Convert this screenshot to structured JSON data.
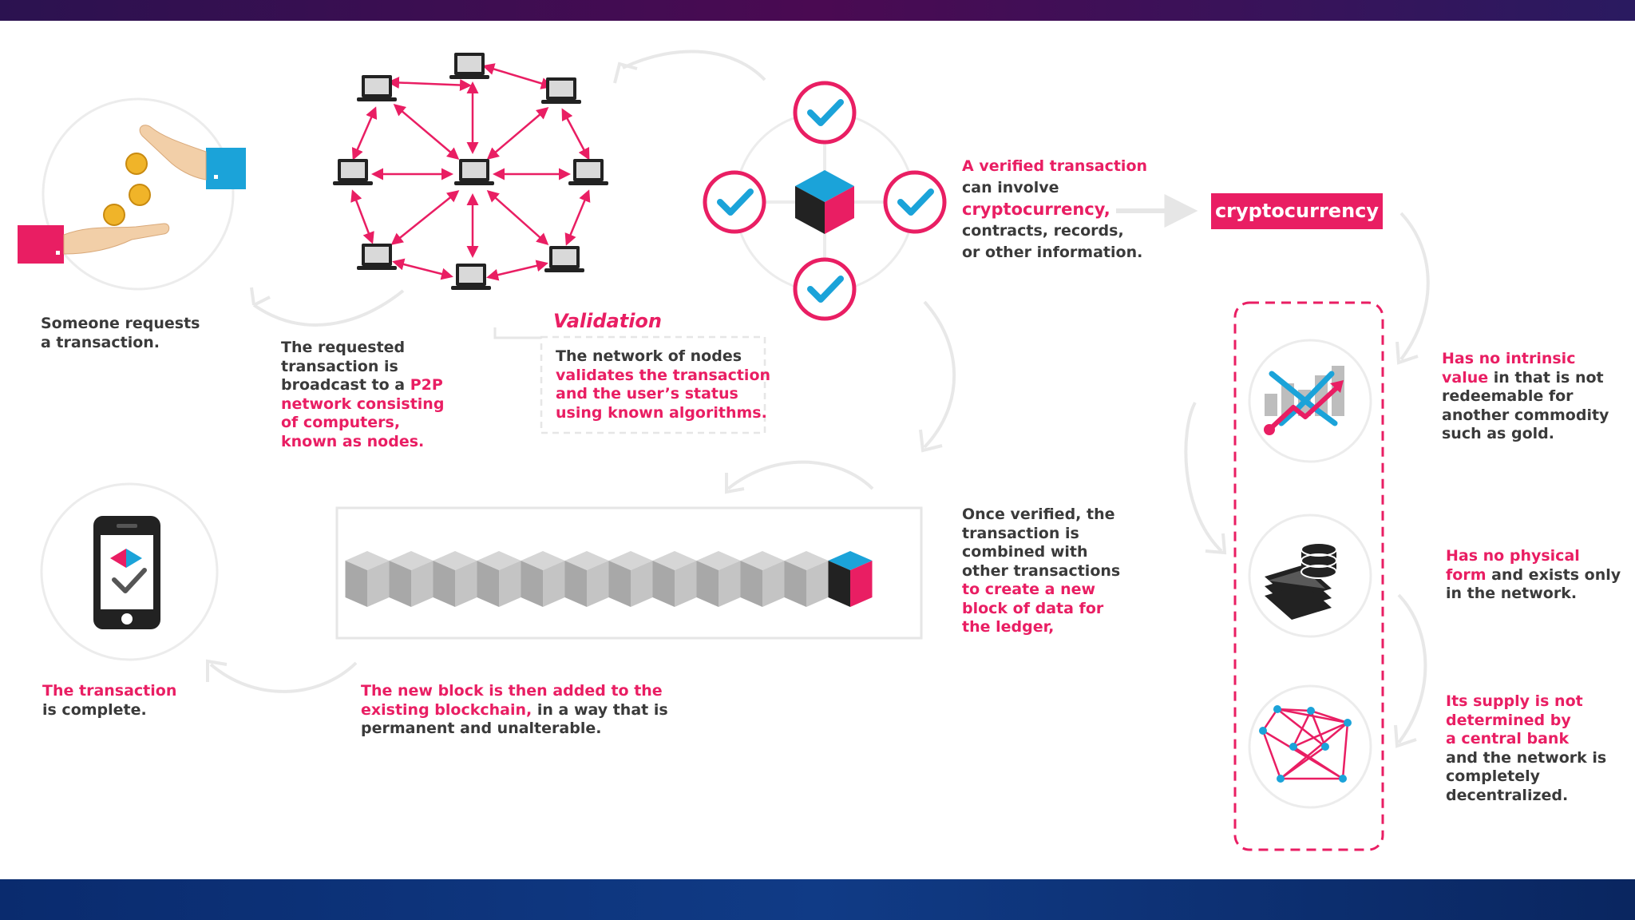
{
  "colors": {
    "accent": "#e91e63",
    "cyan": "#1ba3d9",
    "text": "#3a3a3a",
    "header_band": "#3a0d57",
    "footer_band": "#0b2a6e"
  },
  "step1": {
    "line1": "Someone requests",
    "line2": "a transaction."
  },
  "step2": {
    "line1": "The requested",
    "line2": "transaction is",
    "line3_plain": "broadcast to a ",
    "line3_accent": "P2P",
    "line4": "network consisting",
    "line5": "of computers,",
    "line6": "known as nodes."
  },
  "validation": {
    "title": "Validation",
    "line1": "The network of nodes",
    "line2": "validates the transaction",
    "line3": "and the user’s status",
    "line4": "using known algorithms."
  },
  "verified": {
    "line1": "A verified transaction",
    "line2": "can involve",
    "line3": "cryptocurrency,",
    "line4": "contracts, records,",
    "line5": "or other information."
  },
  "crypto_label": "cryptocurrency",
  "block_step": {
    "line1": "Once verified, the",
    "line2": "transaction is",
    "line3": "combined with",
    "line4": "other transactions",
    "line5": "to create a new",
    "line6": "block of data for",
    "line7": "the ledger,"
  },
  "added": {
    "line1": "The new block is then added to the",
    "line2_accent": "existing blockchain,",
    "line2_plain": " in a way that is",
    "line3": "permanent and unalterable."
  },
  "complete": {
    "line1": "The transaction",
    "line2": "is complete."
  },
  "prop1": {
    "line1": "Has no intrinsic",
    "line2_accent": "value",
    "line2_plain": " in that is not",
    "line3": "redeemable for",
    "line4": "another commodity",
    "line5": "such as gold."
  },
  "prop2": {
    "line1": "Has no physical",
    "line2_accent": "form",
    "line2_plain": " and exists only",
    "line3": "in the network."
  },
  "prop3": {
    "line1": "Its supply is not",
    "line2": "determined by",
    "line3": "a central bank",
    "line4": "and the network is",
    "line5": "completely",
    "line6": "decentralized."
  },
  "icons": [
    "coin-hand-icon",
    "laptop-icon",
    "check-icon",
    "cube-icon",
    "phone-check-icon",
    "chart-down-icon",
    "coin-stack-icon",
    "network-icon"
  ]
}
